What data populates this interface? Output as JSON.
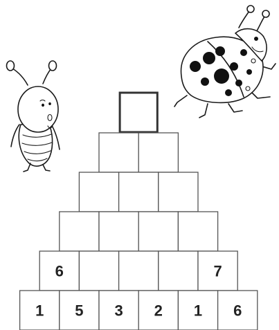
{
  "pyramid": {
    "rows": [
      [
        ""
      ],
      [
        "",
        ""
      ],
      [
        "",
        "",
        ""
      ],
      [
        "",
        "",
        "",
        ""
      ],
      [
        "6",
        "",
        "",
        "",
        "7"
      ],
      [
        "1",
        "5",
        "3",
        "2",
        "1",
        "6"
      ]
    ],
    "highlighted_cell": "top"
  },
  "illustrations": {
    "left": "bug-icon",
    "right": "ladybug-icon"
  }
}
